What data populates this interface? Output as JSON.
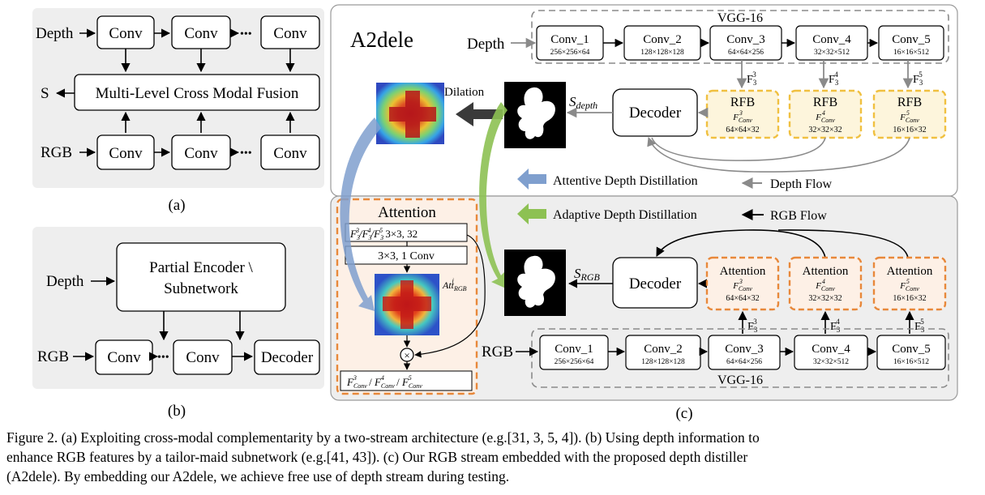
{
  "panel_a": {
    "depth": "Depth",
    "rgb": "RGB",
    "s": "S",
    "conv": "Conv",
    "ellipsis": "•••",
    "fusion": "Multi-Level Cross Modal Fusion",
    "label": "(a)"
  },
  "panel_b": {
    "depth": "Depth",
    "rgb": "RGB",
    "encoder_line1": "Partial Encoder \\",
    "encoder_line2": "Subnetwork",
    "conv": "Conv",
    "decoder": "Decoder",
    "ellipsis": "•••",
    "label": "(b)"
  },
  "panel_c": {
    "title": "A2dele",
    "vgg": "VGG-16",
    "depth": "Depth",
    "rgb": "RGB",
    "convs": [
      {
        "name": "Conv_1",
        "size": "256×256×64"
      },
      {
        "name": "Conv_2",
        "size": "128×128×128"
      },
      {
        "name": "Conv_3",
        "size": "64×64×256"
      },
      {
        "name": "Conv_4",
        "size": "32×32×512"
      },
      {
        "name": "Conv_5",
        "size": "16×16×512"
      }
    ],
    "rfb": "RFB",
    "attention": "Attention",
    "fconv": "F",
    "fconv_sub": "Conv",
    "fsizes": [
      "64×64×32",
      "32×32×32",
      "16×16×32"
    ],
    "fsups": [
      "3",
      "4",
      "5"
    ],
    "f3": "F",
    "f3_sups": [
      "3",
      "4",
      "5"
    ],
    "f3_sub": "3",
    "decoder": "Decoder",
    "s": "S",
    "s_depth_sub": "depth",
    "s_rgb_sub": "RGB",
    "dilation": "Dilation",
    "legend_attentive": "Attentive Depth Distillation",
    "legend_adaptive": "Adaptive Depth Distillation",
    "legend_depth_flow": "Depth Flow",
    "legend_rgb_flow": "RGB Flow",
    "att_title": "Attention",
    "att_input_suffix": "3×3, 32",
    "att_conv": "3×3, 1 Conv",
    "att_label": "Att",
    "att_label_sub": "RGB",
    "att_label_sup": "i",
    "multiply": "×",
    "att_output_sep": " / ",
    "label": "(c)"
  },
  "caption": {
    "line1": "Figure 2. (a) Exploiting cross-modal complementarity by a two-stream architecture (e.g.[31, 3, 5, 4]). (b) Using depth information to",
    "line2": "enhance RGB features by a tailor-maid subnetwork (e.g.[41, 43]). (c) Our RGB stream embedded with the proposed depth distiller",
    "line3": "(A2dele). By embedding our A2dele, we achieve free use of depth stream during testing."
  },
  "colors": {
    "panel_bg": "#eeeeee",
    "rfb_border": "#f0c040",
    "rfb_fill": "#fdf5dc",
    "att_border": "#e8883a",
    "att_fill": "#fdf0e6",
    "blue_arrow": "#7f9fce",
    "green_arrow": "#8dc153",
    "gray": "#8a8a8a"
  }
}
